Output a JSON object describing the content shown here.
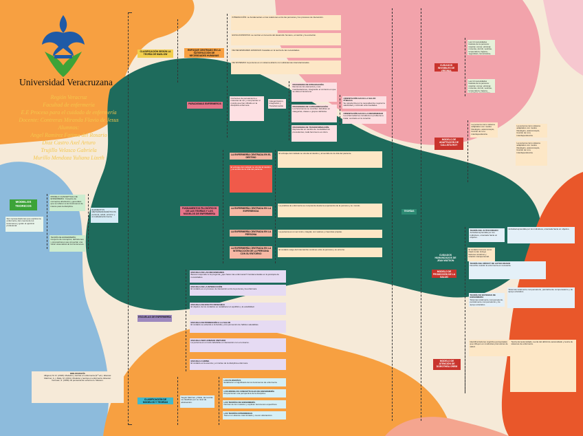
{
  "header": {
    "university": "Universidad Veracruzana",
    "region": "Región Veracruz",
    "faculty": "Facultad de enfermería",
    "course": "E.E Proceso para el cuidado de enfermería",
    "teacher": "Docente: Contreras Miranda Flavio de Jesus",
    "students_label": "Alumnos:",
    "students": [
      "Angel Ramirez Fatima del Rosario",
      "Diaz Castro Axel Arturo",
      "Trujillo Velasco Gabriela",
      "Murillo Mendoza Yuliana Lizeth"
    ]
  },
  "title_node": "MODELOS TEORICOS",
  "left_nodes": [
    "MODELO CONCEPTUAL DE ENFERMERÍA: Conjunto de conceptos abstractos y generales que se refieren a los fenómenos de interés para la disciplina.",
    "TEORÍA DE ENFERMERÍA: Conjunto de conceptos, definiciones y proposiciones que proyectan una visión sistemática de los fenómenos.",
    "ELEMENTOS METAPARADIGMÁTICOS: persona, salud, entorno y el cuidado/enfermería."
  ],
  "side_text": [
    "Son representaciones que explican la enfermería, dan cuenta de los fenómenos y guían el ejercicio profesional."
  ],
  "col2_labels": [
    "CLASIFICACIÓN SEGÚN LA TEORÍA DE MASLOW",
    "PARADIGMAS ENFERMEROS",
    "FUNDAMENTOS FILOSÓFICOS DE LAS TEORÍAS Y LOS MODELOS DE ENFERMERÍA",
    "ESCUELAS DE ENFERMERÍA",
    "CLASIFICACIÓN DE MODELOS Y TEORÍAS"
  ],
  "needs_label": "ENFOQUE CENTRADO EN LA SATISFACCIÓN DE NECESIDADES HUMANAS",
  "needs": [
    "INTERACCIÓN: se fundamentan en las relaciones entre las personas y los procesos de interacción.",
    "EVOLUCIONISTAS: se centran en la teoría del desarrollo humano, el cambio y la evolución.",
    "DE NECESIDADES HUMANAS: basadas en la teoría de las necesidades.",
    "DE SISTEMAS: la persona es un sistema abierto con subsistemas interrelacionados."
  ],
  "paradigms_intro": "Corrientes de pensamiento o maneras de ver y comprender el mundo que han influido en la disciplina enfermera.",
  "paradigms_mid": "Categorización, Integración y Transformación",
  "paradigms": [
    {
      "title": "PARADIGMA DE INTEGRACIÓN.",
      "text": "Reconoce los elementos y sus manifestaciones, integrando el contexto en que se sitúa el fenómeno."
    },
    {
      "title": "PARADIGMA DE CATEGORIZACIÓN.",
      "text": "Los fenómenos se conciben divisibles en categorías, clases o grupos definidos."
    },
    {
      "title": "PARADIGMA DE TRANSFORMACIÓN.",
      "text": "Representa un cambio de mentalidad sin precedentes; cada fenómeno es único."
    }
  ],
  "orientations": [
    {
      "title": "ORIENTACIÓN HACIA LA SALUD PÚBLICA",
      "text": "Se caracteriza por la necesidad de mejorar la salubridad y controlar enfermedades."
    },
    {
      "title": "ORIENTACIÓN HACIA LA ENFERMEDAD",
      "text": "La enfermedad se considera un problema a tratar, centrado en la curación."
    }
  ],
  "philosophy": [
    {
      "title": "LA ENFERMERÍA CENTRADA EN EL DESTINO",
      "text": "El enfoque del cuidado se orienta al destino y al sentido de la vida del paciente."
    },
    {
      "title": "LA ENFERMERÍA CENTRADA EN LA EXPERIENCIA",
      "text": "La práctica de enfermería se comprende desde la experiencia de la persona y su mundo."
    },
    {
      "title": "LA ENFERMERÍA CENTRADA EN LA PERSONA",
      "text": "La persona es un ser único, integral, con valores y creencias propias."
    },
    {
      "title": "LA ENFERMERÍA CENTRADA EN LA INTERACCIÓN DE LA PERSONA CON SU ENTORNO",
      "text": "El cuidado surge del intercambio continuo entre la persona y su entorno."
    }
  ],
  "schools": [
    {
      "title": "ESCUELA DE LAS NECESIDADES",
      "text": "Buscan responder a la pregunta ¿qué hacen las enfermeras? Fundamentadas en la jerarquía de necesidades."
    },
    {
      "title": "ESCUELA DE LA INTERACCIÓN",
      "text": "El cuidado es un proceso de interacción entre la persona y la enfermera."
    },
    {
      "title": "ESCUELA DE EFECTO DESEABLE",
      "text": "El objetivo de los cuidados es restablecer el equilibrio y la estabilidad."
    },
    {
      "title": "ESCUELA DE PROMOCIÓN A LA SALUD",
      "text": "El cuidado se extiende a la familia y a la promoción de hábitos saludables."
    },
    {
      "title": "ESCUELA SER HUMANO UNITARIO",
      "text": "La persona es un todo indivisible en interacción con el universo."
    },
    {
      "title": "ESCUELA CARING",
      "text": "El cuidado es la esencia y el núcleo de la disciplina enfermera."
    }
  ],
  "classification_intro": "Según Marriner y Raile, las teorías se clasifican por su nivel de abstracción.",
  "classification": [
    {
      "title": "LAS FILOSOFÍAS",
      "text": "Establecen el significado de los fenómenos de enfermería."
    },
    {
      "title": "LOS MODELOS CONCEPTUALES DE ENFERMERÍA",
      "text": "Proporcionan una perspectiva de la disciplina."
    },
    {
      "title": "LAS TEORÍAS DE ENFERMERÍA",
      "text": "Derivan de los modelos y explican fenómenos específicos."
    },
    {
      "title": "LAS TEORÍAS INTERMEDIAS",
      "text": "Tienen un alcance más limitado y menor abstracción."
    }
  ],
  "bibliography_title": "BIBLIOGRAFÍA",
  "bibliography": [
    "Alligood, M. R. (2018). Modelos y teorías en enfermería (9.ª ed.). Elsevier.",
    "Marriner, A. y Raile, M. (2011). Modelos y teorías en enfermería. Elsevier.",
    "Kérouac, S. (1996). El pensamiento enfermero. Masson."
  ],
  "center_label": "TEORÍAS",
  "right_labels": [
    "CUIDADOS INVISIBLES DE VIRGINIA HENDERSON",
    "MODELO DE ADAPTACIÓN DE CALLISTA ROY",
    "MODELO DE PROMOCIÓN DE LA SALUD",
    "CUIDADOS HUMANIZADOS DE JEAN WATSON",
    "MODELO DE ATENCIÓN DE DOROTHEA OREM"
  ],
  "right_texts": [
    "Las 14 necesidades básicas de la persona: respirar, comer, eliminar, moverse, dormir, vestirse, temperatura, higiene, seguridad, comunicarse, creencias, trabajar, recrearse y aprender.",
    "La persona como sistema adaptativo con modos fisiológico, autoconcepto, función de rol e interdependencia.",
    "Identifica factores cognitivo-perceptuales que influyen en conductas promotoras de salud.",
    "El cuidado humano como ideal moral; incluye factores curativos y relación transpersonal.",
    "Teoría del autocuidado, teoría del déficit de autocuidado y teoría de sistemas de enfermería."
  ],
  "orem": [
    {
      "title": "TEORÍA DEL AUTOCUIDADO",
      "text": "Actividad aprendida por los individuos, orientada hacia un objetivo."
    },
    {
      "title": "TEORÍA DEL DÉFICIT DE AUTOCUIDADO",
      "text": "Describe cuándo la enfermería es necesaria."
    },
    {
      "title": "TEORÍA DE SISTEMAS DE ENFERMERÍA",
      "text": "Sistemas totalmente compensatorio, parcialmente compensatorio y de apoyo educativo."
    }
  ],
  "colors": {
    "background": "#f6ead8",
    "teal": "#1e6b5c",
    "orange": "#f7a041",
    "pink": "#f2a3ab",
    "blue": "#8dbbdc",
    "deep_orange": "#e9572a",
    "salmon": "#f4a58f",
    "label_red": "#c9342d",
    "label_pink": "#e7758a",
    "label_purple": "#9d88bf",
    "label_cyan": "#41b8cc",
    "label_yellow": "#f2cf4e",
    "uv_blue": "#1f5aa6",
    "uv_green": "#3ca338"
  }
}
